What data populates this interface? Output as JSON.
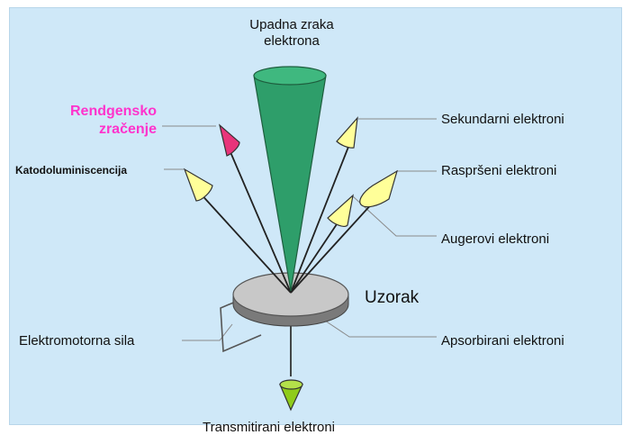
{
  "incident_beam": {
    "line1": "Upadna zraka",
    "line2": "elektrona"
  },
  "xray": {
    "line1": "Rendgensko",
    "line2": "zračenje"
  },
  "labels": {
    "cathodoluminescence": "Katodoluminiscencija",
    "secondary": "Sekundarni elektroni",
    "backscattered": "Raspršeni elektroni",
    "auger": "Augerovi elektroni",
    "sample": "Uzorak",
    "emf": "Elektromotorna sila",
    "absorbed": "Apsorbirani elektroni",
    "transmitted": "Transmitirani elektroni"
  },
  "colors": {
    "background": "#cfe8f8",
    "beam": "#2e9e6a",
    "xray_cone": "#e8347a",
    "electron_cone": "#ffff99",
    "transmitted_cone": "#8fcc1a",
    "sample_top": "#c8c8c8",
    "sample_side": "#7a7a7a",
    "xray_text": "#ff33cc"
  }
}
